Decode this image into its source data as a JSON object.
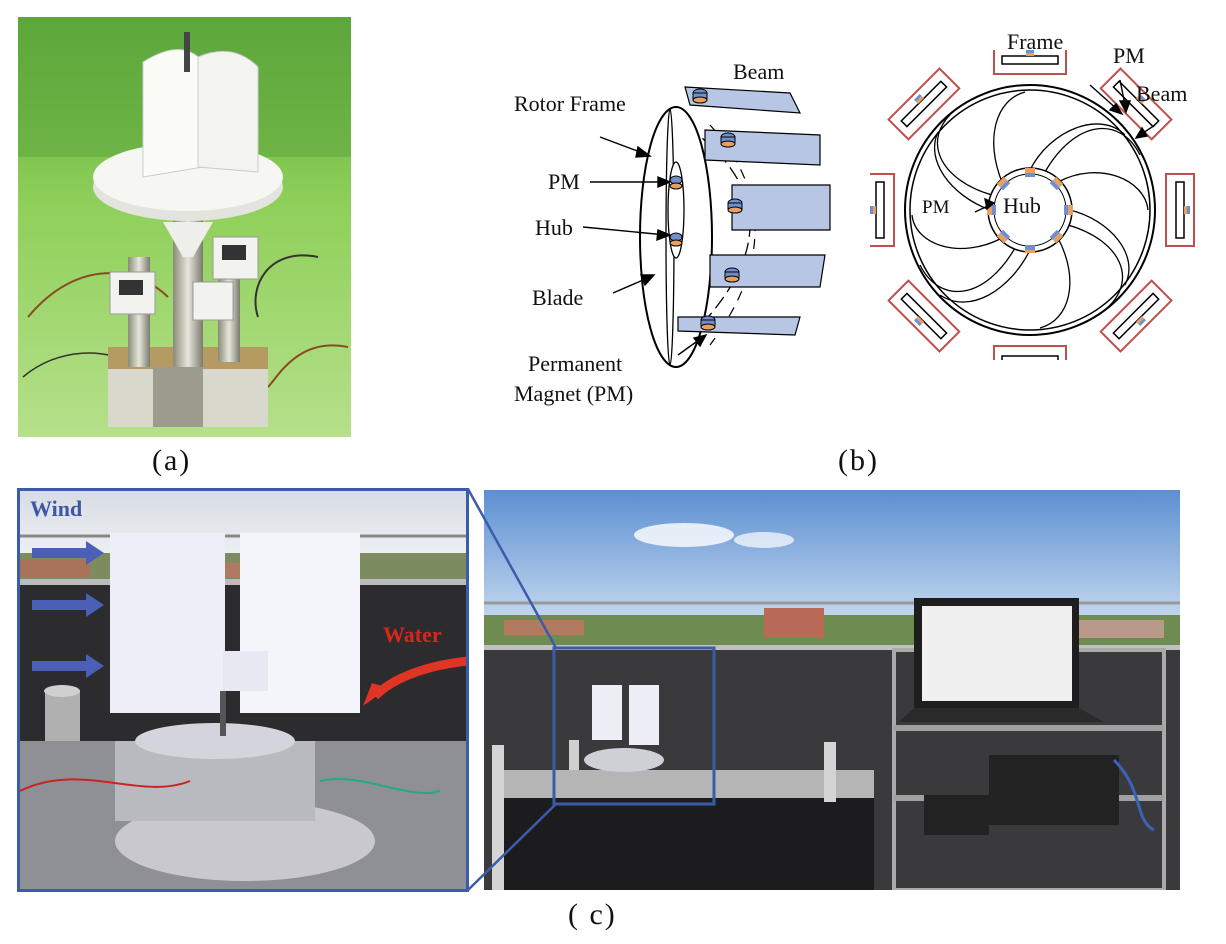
{
  "panels": {
    "a": {
      "caption": "(a)"
    },
    "b": {
      "caption": "(b)",
      "rotor_labels": {
        "beam": "Beam",
        "rotor_frame": "Rotor Frame",
        "pm": "PM",
        "hub": "Hub",
        "blade": "Blade",
        "permanent_magnet_line1": "Permanent",
        "permanent_magnet_line2": "Magnet (PM)"
      },
      "section_labels": {
        "frame": "Frame",
        "pm": "PM",
        "beam": "Beam",
        "pm_inner": "PM",
        "hub": "Hub"
      }
    },
    "c": {
      "caption": "( c)",
      "wind_label": "Wind",
      "water_label": "Water"
    }
  },
  "colors": {
    "wind_label": "#3f56a8",
    "water_label": "#d9261c",
    "wind_arrow": "#4a5fb5",
    "water_arrow": "#e03525",
    "inset_border": "#3b5bab",
    "beam_box": "#c0504d",
    "magnet_blue": "#6f8fd0",
    "magnet_orange": "#e8a060",
    "beam_fill": "#b8c6e6",
    "grass_green": "#7dc84a"
  }
}
